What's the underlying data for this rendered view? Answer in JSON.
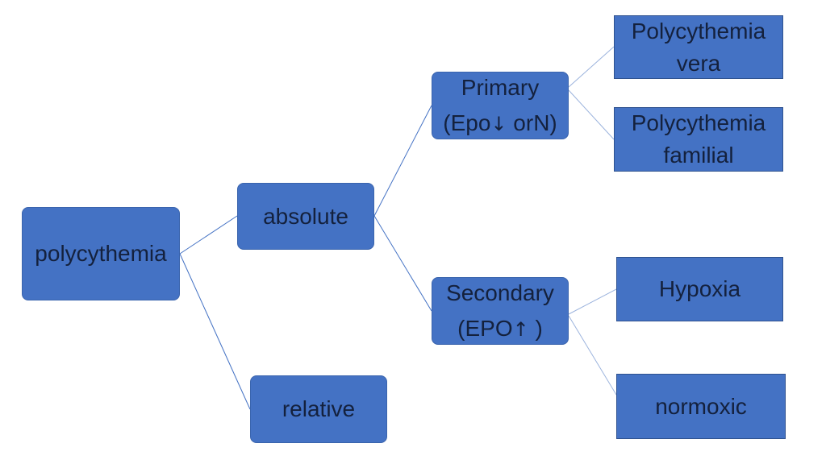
{
  "nodes": {
    "root": {
      "label": "polycythemia"
    },
    "absolute": {
      "label": "absolute"
    },
    "relative": {
      "label": "relative"
    },
    "primary": {
      "line1": "Primary",
      "line2_a": "(Epo",
      "arrow": "↓",
      "line2_b": " orN)"
    },
    "secondary": {
      "line1": "Secondary",
      "line2_a": "(EPO",
      "arrow": "↑",
      "line2_b": " )"
    },
    "vera": {
      "line1": "Polycythemia",
      "line2": "vera"
    },
    "familial": {
      "line1": "Polycythemia",
      "line2": "familial"
    },
    "hypoxia": {
      "label": "Hypoxia"
    },
    "normoxic": {
      "label": "normoxic"
    }
  },
  "colors": {
    "node_fill": "#4472c4",
    "node_text": "#14213d",
    "connector": "#4472c4",
    "background": "#ffffff"
  }
}
